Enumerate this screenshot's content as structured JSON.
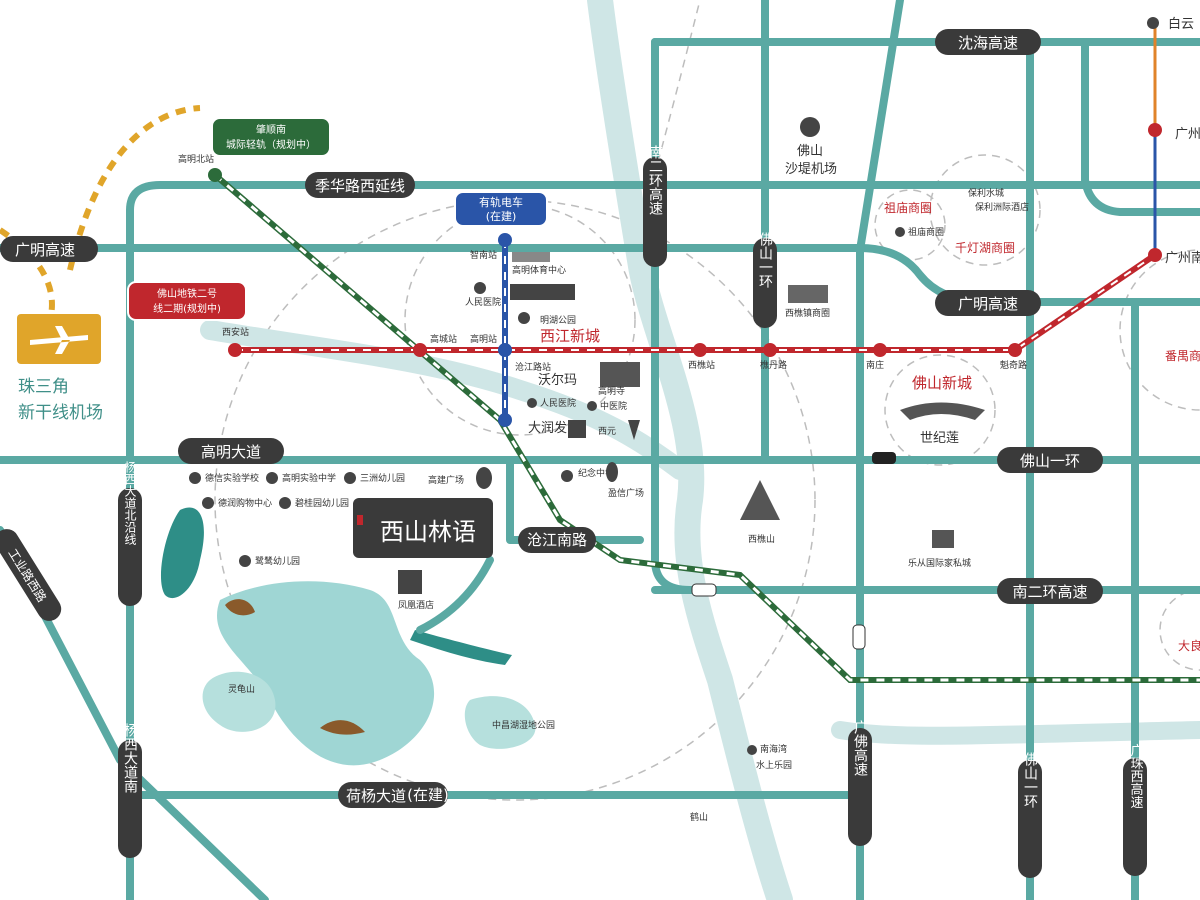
{
  "roads": {
    "shenhai": "沈海高速",
    "guangming_left": "广明高速",
    "guangming_right": "广明高速",
    "jihua": "季华路西延线",
    "gaoming_avenue": "高明大道",
    "foshan_ring_h": "佛山一环",
    "cangjiang_south": "沧江南路",
    "nan_er_huan": "南二环高速",
    "heyang": "荷杨大道",
    "heyang_note": "(在建)",
    "nan_er_huan_v": "南二环高速",
    "foshan_ring_v": "佛山一环",
    "yangxi_north": "杨西大道北沿线",
    "yangxi_south": "杨西大道南",
    "guangfo": "广佛高速",
    "foshan_ring_v2": "佛山一环",
    "guangzhu_west": "广珠西高速",
    "gongye_road": "工业路西路"
  },
  "rail_tags": {
    "zhaogao": [
      "肇顺南",
      "城际轻轨（规划中）"
    ],
    "tram": [
      "有轨电车",
      "(在建)"
    ],
    "metro2": [
      "佛山地铁二号",
      "线二期(规划中)"
    ]
  },
  "stations": {
    "gaomingbei": "高明北站",
    "xian": "西安站",
    "gaocheng": "高城站",
    "gaoming_station": "高明站",
    "zhiming": "智南站",
    "cangjiang": "沧江路站",
    "xiqiao": "西樵站",
    "xiqiao2": "樵丹路",
    "nanzhuang": "南庄",
    "jihua_station": "魁奇路"
  },
  "pois": {
    "airport_big": [
      "珠三角",
      "新干线机场"
    ],
    "shadi": [
      "佛山",
      "沙堤机场"
    ],
    "gaoming_sports": "高明体育中心",
    "renminhospital": "人民医院",
    "gaoming_taxi": "人民医院",
    "xijiang_newtown": "西江新城",
    "walmart": "沃尔玛",
    "dadunfa": "大润发",
    "gaoming_temple": "高明寺",
    "zhongyiyuan": "中医院",
    "mingrun_park": "明湖公园",
    "xiqiao_mountain": "西樵山",
    "foshan_newtown": "佛山新城",
    "shijilian": "世纪莲",
    "zumiao": "祖庙商圈",
    "qiandeng": "千灯湖商圈",
    "baoli": "保利水城",
    "baoli2": "保利洲际酒店",
    "lecong": "乐从国际家私城",
    "nanhai_water": "南海湾",
    "nanhai_water2": "水上乐园",
    "gaojian": "高建广场",
    "yingxin": "盈信广场",
    "jinian": "纪念中学",
    "school1": "德信实验学校",
    "school2": "高明实验中学",
    "kinder1": "三洲幼儿园",
    "mall1": "德润购物中心",
    "kinder2": "碧桂园幼儿园",
    "kinder3": "鹭鸶幼儿园",
    "fenghuang": "凤凰酒店",
    "wetland": "中昌湖湿地公园",
    "project_name": "西山林语",
    "baiyun": "白云",
    "guangzhou1": "广州",
    "guangzhou2": "广州南",
    "panyu": "番禺商",
    "daliang": "大良",
    "xiqiao_cross": "西樵镇商圈",
    "heshan": "鹤山",
    "lingnan": "灵龟山",
    "xiyuan": "西元"
  },
  "colors": {
    "road": "#5aa9a3",
    "road_dark": "#3f8f88",
    "metro": "#c0272d",
    "tram": "#2a55a8",
    "rail": "#2c6b3a",
    "airport": "#e0a52a",
    "water": "#8fd0d0",
    "water_dark": "#2e8e87"
  }
}
